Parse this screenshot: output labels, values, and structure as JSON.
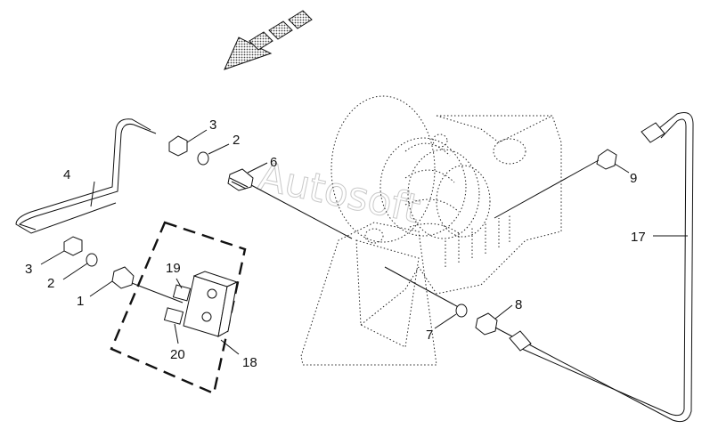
{
  "watermark": "Autosoft",
  "callouts": [
    {
      "id": "c1",
      "text": "1"
    },
    {
      "id": "c2a",
      "text": "2"
    },
    {
      "id": "c2b",
      "text": "2"
    },
    {
      "id": "c3a",
      "text": "3"
    },
    {
      "id": "c3b",
      "text": "3"
    },
    {
      "id": "c4",
      "text": "4"
    },
    {
      "id": "c6",
      "text": "6"
    },
    {
      "id": "c7",
      "text": "7"
    },
    {
      "id": "c8",
      "text": "8"
    },
    {
      "id": "c9",
      "text": "9"
    },
    {
      "id": "c17",
      "text": "17"
    },
    {
      "id": "c18",
      "text": "18"
    },
    {
      "id": "c19",
      "text": "19"
    },
    {
      "id": "c20",
      "text": "20"
    }
  ]
}
